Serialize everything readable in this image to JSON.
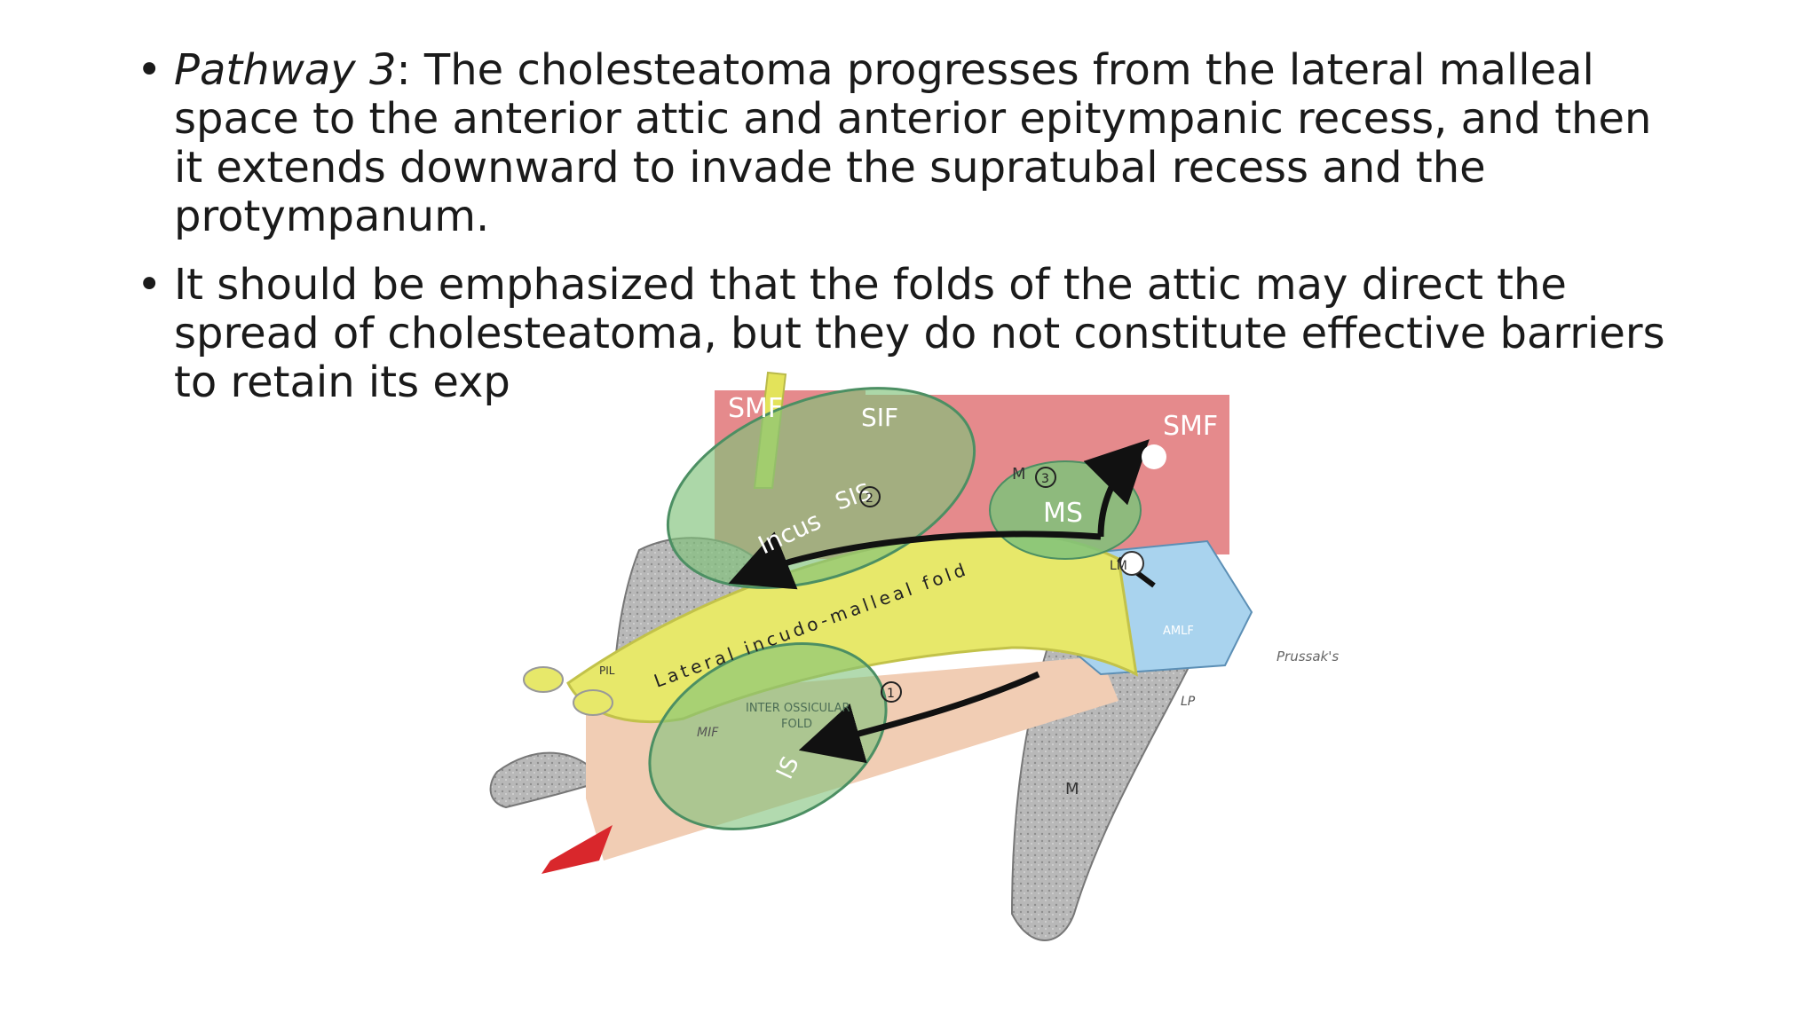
{
  "slide": {
    "bullets": [
      {
        "emphasis": "Pathway 3",
        "text": ": The cholesteatoma progresses from the lateral malleal space to the anterior attic and anterior epitympanic recess, and then it extends downward to invade the supratubal recess and the protympanum."
      },
      {
        "text": "It should be emphasized that the folds of the attic may direct the spread of cholesteatoma, but they do not constitute effective barriers to retain its exp"
      }
    ],
    "bullet_glyph": "•"
  },
  "figure": {
    "labels": {
      "smf_left": "SMF",
      "smf_right": "SMF",
      "sif": "SIF",
      "sis": "SIS",
      "incus": "Incus",
      "ms": "MS",
      "lateral_fold": "Lateral incudo-malleal fold",
      "m_top": "M",
      "m_bottom": "M",
      "lm": "LM",
      "amlf": "AMLF",
      "prussak": "Prussak's",
      "lp": "LP",
      "mif": "MIF",
      "pil": "PIL",
      "inter_ossicular": "INTER OSSICULAR",
      "inter_ossicular_2": "FOLD",
      "is": "IS",
      "marker_1": "1",
      "marker_2": "2",
      "marker_3": "3"
    },
    "colors": {
      "smf_box": "#e58a8c",
      "green_space": "#7fc27a",
      "yellow_fold": "#e7e86a",
      "bone_grey": "#b7b7b7",
      "skin": "#f1cdb4",
      "blue_lm": "#a9d3ee",
      "red_tip": "#d9272c",
      "arrow": "#111111"
    }
  }
}
